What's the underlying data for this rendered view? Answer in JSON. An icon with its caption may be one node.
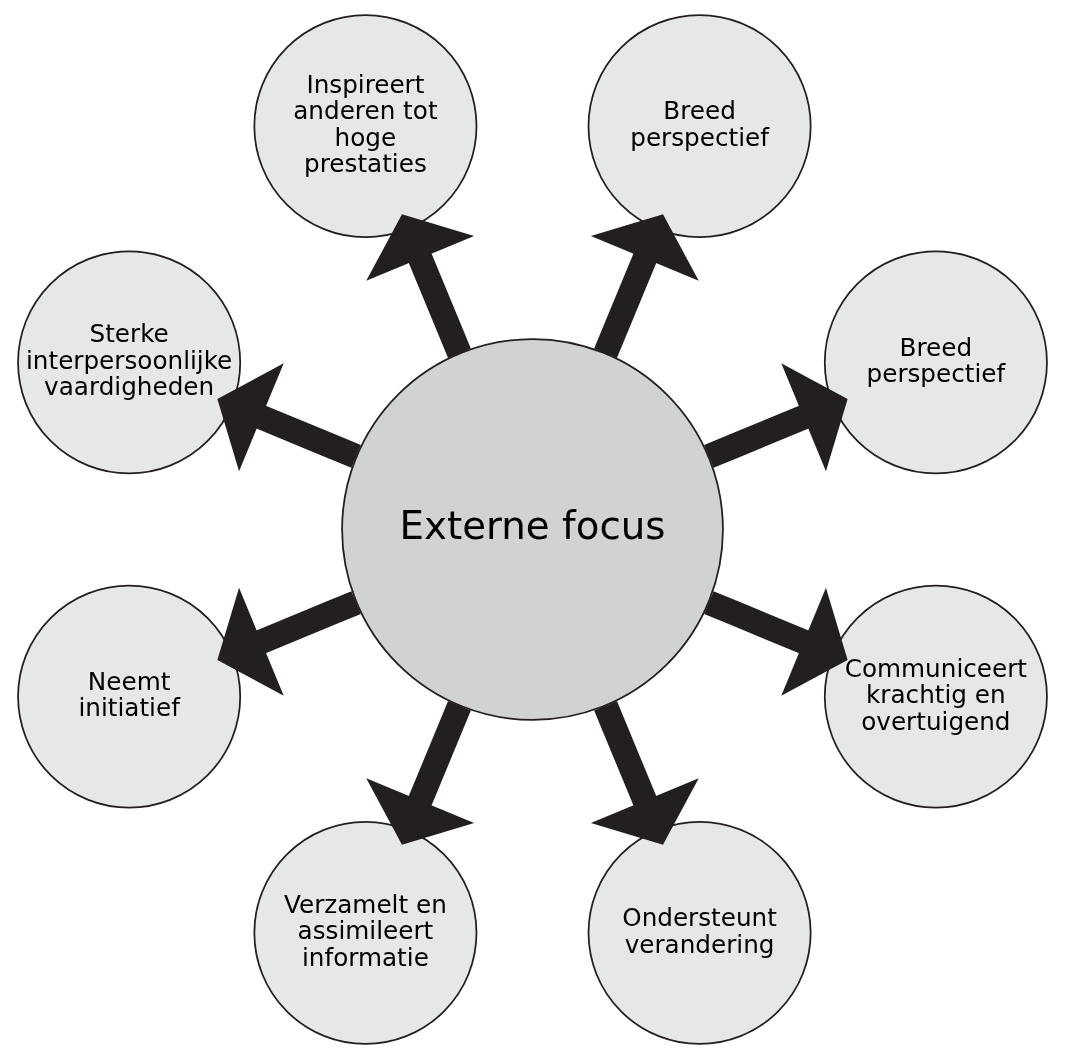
{
  "diagram": {
    "nodes": [
      {
        "text": [
          "Externe focus"
        ]
      },
      {
        "text": [
          "Breed perspectief"
        ]
      },
      {
        "text": [
          "Breed perspectief"
        ]
      },
      {
        "text": [
          "Inspireert anderen tot hoge prestaties"
        ]
      },
      {
        "text": [
          "Sterke interpersoonlijke vaardigheden"
        ]
      },
      {
        "text": [
          "Neemt initiatief"
        ]
      },
      {
        "text": [
          "Verzamelt en assimileert informatie"
        ]
      },
      {
        "text": [
          "Ondersteunt verandering"
        ]
      },
      {
        "text": [
          "Communiceert krachtig en overtuigend"
        ]
      }
    ],
    "edges": [
      {
        "from": 0,
        "to": 1,
        "arrow": "to"
      },
      {
        "from": 0,
        "to": 2,
        "arrow": "to"
      },
      {
        "from": 0,
        "to": 3,
        "arrow": "to"
      },
      {
        "from": 0,
        "to": 4,
        "arrow": "to"
      },
      {
        "from": 0,
        "to": 5,
        "arrow": "to"
      },
      {
        "from": 0,
        "to": 6,
        "arrow": "to"
      },
      {
        "from": 0,
        "to": 7,
        "arrow": "to"
      },
      {
        "from": 0,
        "to": 8,
        "arrow": "to"
      }
    ]
  }
}
